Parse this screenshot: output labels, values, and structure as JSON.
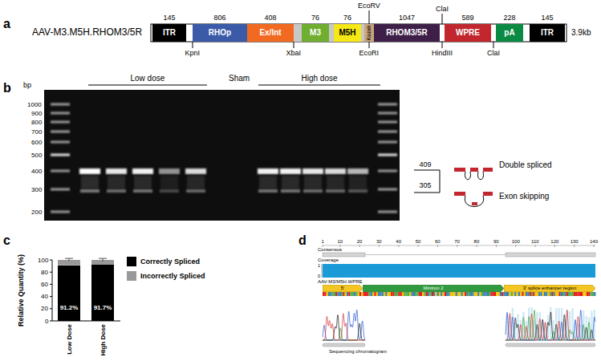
{
  "diagram": {
    "nodes": [
      {
        "text": [
          "ITR",
          "145"
        ]
      },
      {
        "text": [
          "RHOp",
          "806"
        ]
      },
      {
        "text": [
          "Ex/Int",
          "408"
        ]
      },
      {
        "text": [
          "M3",
          "76"
        ]
      },
      {
        "text": [
          "M5H",
          "76"
        ]
      },
      {
        "text": [
          "Kozak"
        ]
      },
      {
        "text": [
          "RHOM3/5R",
          "1047"
        ]
      },
      {
        "text": [
          "WPRE",
          "589"
        ]
      },
      {
        "text": [
          "pA",
          "228"
        ]
      },
      {
        "text": [
          "ITR",
          "145"
        ]
      },
      {
        "text": [
          "91.2%"
        ]
      },
      {
        "text": [
          "91.7%"
        ]
      },
      {
        "text": [
          "5'"
        ]
      },
      {
        "text": [
          "Mintron 2"
        ]
      },
      {
        "text": [
          "3' splice enhancer region"
        ]
      }
    ],
    "labels": [
      "a",
      "AAV-M3.M5H.RHOM3/5R",
      "KpnI",
      "XbaI",
      "EcoRV",
      "EcoRI",
      "ClaI",
      "HindIII",
      "ClaI",
      "3.9kb",
      "b",
      "bp",
      "1000",
      "900",
      "800",
      "700",
      "600",
      "500",
      "400",
      "300",
      "200",
      "Low dose",
      "Sham",
      "High dose",
      "409",
      "Double spliced",
      "305",
      "Exon skipping",
      "c",
      "Relative Quantity (%)",
      "0",
      "20",
      "40",
      "60",
      "80",
      "100",
      "Low Dose",
      "High Dose",
      "d",
      "1",
      "10",
      "20",
      "30",
      "40",
      "50",
      "60",
      "70",
      "80",
      "90",
      "100",
      "110",
      "120",
      "130",
      "140",
      "Consensus",
      "Coverage",
      "1",
      "0",
      "AAV-M3/M5H.WPRE",
      "Sequencing chromatogram"
    ],
    "legend": [
      {
        "text": "Correctly Spliced",
        "color": "#000000"
      },
      {
        "text": "Incorrectly Spliced",
        "color": "#999999"
      }
    ]
  }
}
